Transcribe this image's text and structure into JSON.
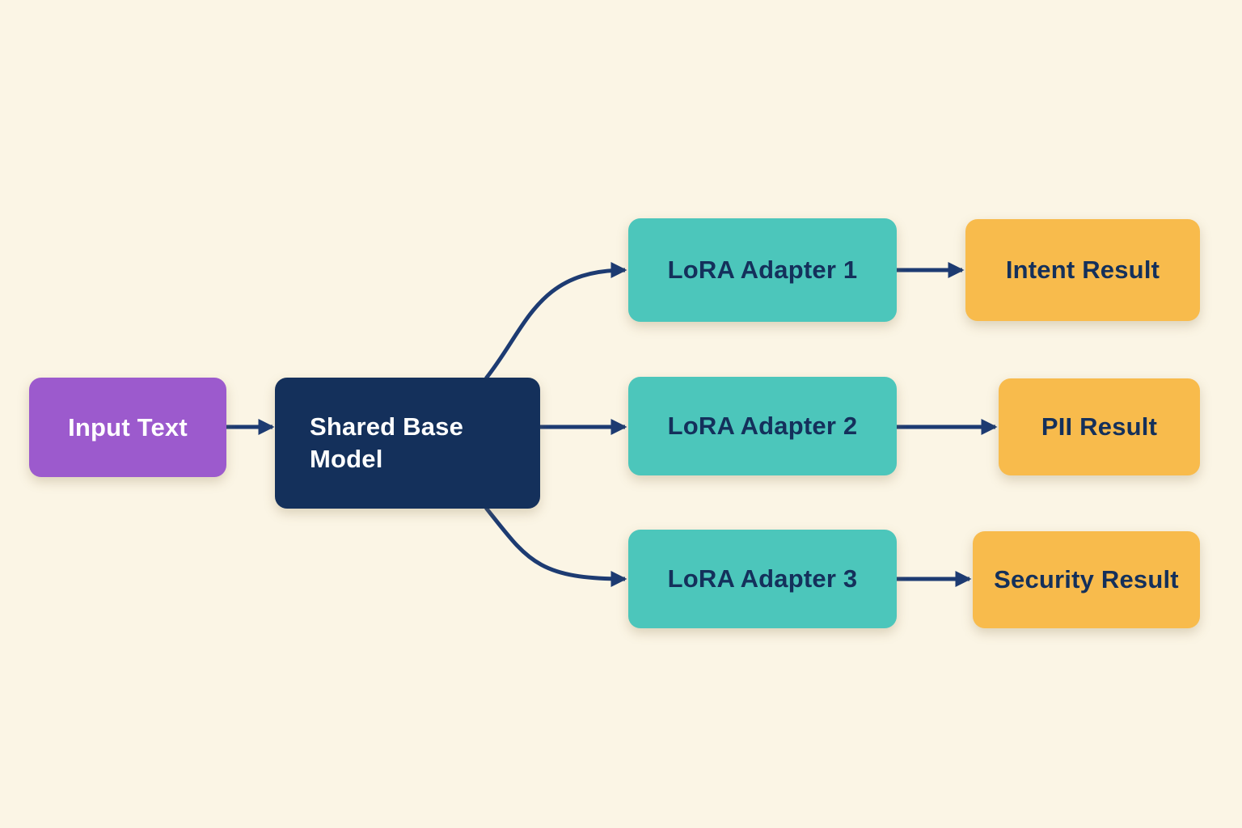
{
  "colors": {
    "background": "#FBF5E5",
    "input_box": "#9C5ACD",
    "base_box": "#14305B",
    "adapter_box": "#4CC6BB",
    "result_box": "#F8BB4C",
    "arrow": "#1D3B72",
    "text_on_dark": "#FFFFFF",
    "text_on_light": "#14305B"
  },
  "nodes": {
    "input": {
      "label": "Input Text"
    },
    "base": {
      "label": "Shared Base Model"
    },
    "adapter1": {
      "label": "LoRA Adapter 1"
    },
    "adapter2": {
      "label": "LoRA Adapter 2"
    },
    "adapter3": {
      "label": "LoRA Adapter 3"
    },
    "result1": {
      "label": "Intent Result"
    },
    "result2": {
      "label": "PII Result"
    },
    "result3": {
      "label": "Security Result"
    }
  },
  "edges": [
    {
      "from": "input",
      "to": "base"
    },
    {
      "from": "base",
      "to": "adapter1"
    },
    {
      "from": "base",
      "to": "adapter2"
    },
    {
      "from": "base",
      "to": "adapter3"
    },
    {
      "from": "adapter1",
      "to": "result1"
    },
    {
      "from": "adapter2",
      "to": "result2"
    },
    {
      "from": "adapter3",
      "to": "result3"
    }
  ]
}
